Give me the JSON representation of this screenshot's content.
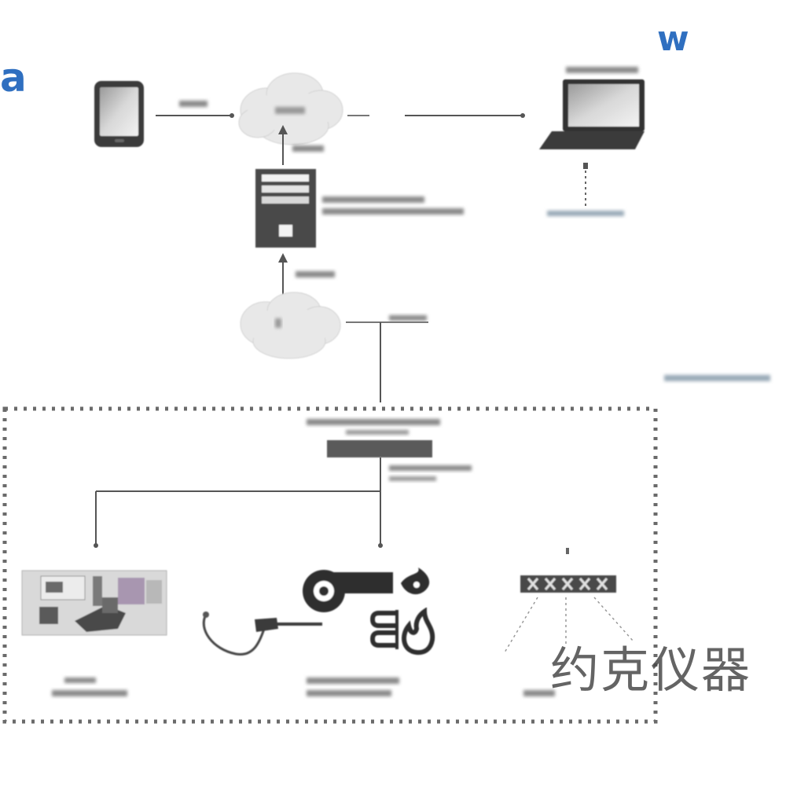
{
  "corner_letters": {
    "left": "a",
    "right": "w"
  },
  "watermark": "约克仪器",
  "colors": {
    "accent": "#2f6fc0",
    "device_dark": "#3a3a3a",
    "connector": "#555555",
    "cloud": "#e6e6e6",
    "boundary": "#6a6a6a"
  },
  "icons": {
    "tablet": "tablet-icon",
    "cloud_top": "cloud-icon",
    "laptop": "laptop-icon",
    "server": "server-icon",
    "cloud_bottom": "cloud-icon",
    "gateway": "gateway-bar-icon",
    "device_left": "control-box-icon",
    "probe": "probe-sensor-icon",
    "blower": "blower-icon",
    "flame": "flame-icon",
    "heater": "heating-coil-icon",
    "terminal_strip": "terminal-strip-icon"
  }
}
